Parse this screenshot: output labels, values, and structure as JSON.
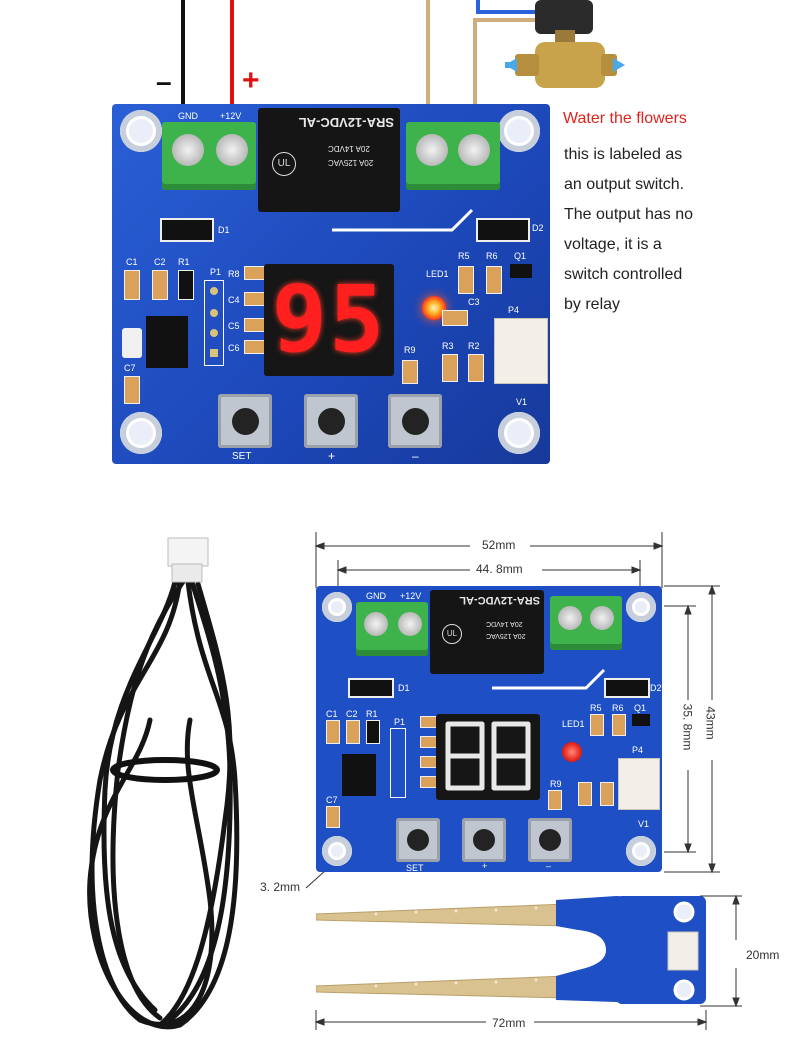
{
  "top_photo": {
    "wire_minus": "–",
    "wire_plus": "+",
    "silk_gnd": "GND",
    "silk_12v": "+12V",
    "relay_model": "SRA-12VDC-AL",
    "relay_rating_1": "20A 14VDC",
    "relay_rating_2": "20A 125VAC",
    "display_value": "95",
    "labels": {
      "d1": "D1",
      "d2": "D2",
      "c1": "C1",
      "c2": "C2",
      "r1": "R1",
      "p1": "P1",
      "r8": "R8",
      "c4": "C4",
      "c5": "C5",
      "c6": "C6",
      "c7": "C7",
      "led1": "LED1",
      "r5": "R5",
      "r6": "R6",
      "q1": "Q1",
      "c3": "C3",
      "p4": "P4",
      "r9": "R9",
      "r3": "R3",
      "r2": "R2",
      "v1": "V1",
      "set": "SET",
      "plus": "+",
      "minus": "–"
    }
  },
  "caption": {
    "title": "Water the flowers",
    "lines": [
      "this is labeled as",
      "an output switch.",
      "The output has no",
      "voltage, it is a",
      "switch controlled",
      "by relay"
    ],
    "title_color": "#e0231c"
  },
  "dimensions": {
    "board_width": "52mm",
    "hole_spacing_width": "44. 8mm",
    "board_height": "43mm",
    "hole_spacing_height": "35. 8mm",
    "hole_diameter": "3. 2mm",
    "probe_width": "20mm",
    "probe_length": "72mm"
  },
  "colors": {
    "pcb_blue": "#1f4fc4",
    "terminal_green": "#3fb34b",
    "led_red": "#ff2a1a"
  }
}
